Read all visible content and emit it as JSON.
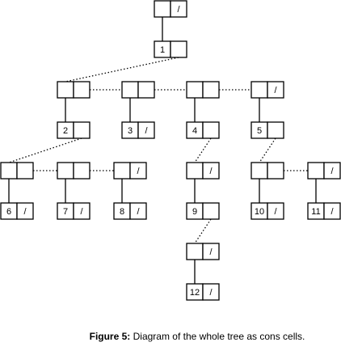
{
  "caption": {
    "label": "Figure 5:",
    "text": "Diagram of the whole tree as cons cells."
  },
  "tree": {
    "nil_marker": "/",
    "cells": [
      {
        "id": "root",
        "car": "",
        "cdr": "/"
      },
      {
        "id": "n1",
        "car": "1",
        "cdr": ""
      },
      {
        "id": "l1a",
        "car": "",
        "cdr": ""
      },
      {
        "id": "l1b",
        "car": "",
        "cdr": ""
      },
      {
        "id": "l1c",
        "car": "",
        "cdr": ""
      },
      {
        "id": "l1d",
        "car": "",
        "cdr": "/"
      },
      {
        "id": "n2",
        "car": "2",
        "cdr": ""
      },
      {
        "id": "n3",
        "car": "3",
        "cdr": "/"
      },
      {
        "id": "n4",
        "car": "4",
        "cdr": ""
      },
      {
        "id": "n5",
        "car": "5",
        "cdr": ""
      },
      {
        "id": "l2a",
        "car": "",
        "cdr": ""
      },
      {
        "id": "l2b",
        "car": "",
        "cdr": ""
      },
      {
        "id": "l2c",
        "car": "",
        "cdr": "/"
      },
      {
        "id": "l2d",
        "car": "",
        "cdr": "/"
      },
      {
        "id": "l2e",
        "car": "",
        "cdr": ""
      },
      {
        "id": "l2f",
        "car": "",
        "cdr": "/"
      },
      {
        "id": "n6",
        "car": "6",
        "cdr": "/"
      },
      {
        "id": "n7",
        "car": "7",
        "cdr": "/"
      },
      {
        "id": "n8",
        "car": "8",
        "cdr": "/"
      },
      {
        "id": "n9",
        "car": "9",
        "cdr": ""
      },
      {
        "id": "n10",
        "car": "10",
        "cdr": "/"
      },
      {
        "id": "n11",
        "car": "11",
        "cdr": "/"
      },
      {
        "id": "l3a",
        "car": "",
        "cdr": "/"
      },
      {
        "id": "n12",
        "car": "12",
        "cdr": "/"
      }
    ],
    "car_links": [
      [
        "root",
        "n1"
      ],
      [
        "l1a",
        "n2"
      ],
      [
        "l1b",
        "n3"
      ],
      [
        "l1c",
        "n4"
      ],
      [
        "l1d",
        "n5"
      ],
      [
        "l2a",
        "n6"
      ],
      [
        "l2b",
        "n7"
      ],
      [
        "l2c",
        "n8"
      ],
      [
        "l2d",
        "n9"
      ],
      [
        "l2e",
        "n10"
      ],
      [
        "l2f",
        "n11"
      ],
      [
        "l3a",
        "n12"
      ]
    ],
    "cdr_links": [
      [
        "n1",
        "l1a"
      ],
      [
        "l1a",
        "l1b"
      ],
      [
        "l1b",
        "l1c"
      ],
      [
        "l1c",
        "l1d"
      ],
      [
        "n2",
        "l2a"
      ],
      [
        "l2a",
        "l2b"
      ],
      [
        "l2b",
        "l2c"
      ],
      [
        "n4",
        "l2d"
      ],
      [
        "n5",
        "l2e"
      ],
      [
        "l2e",
        "l2f"
      ],
      [
        "n9",
        "l3a"
      ]
    ]
  }
}
